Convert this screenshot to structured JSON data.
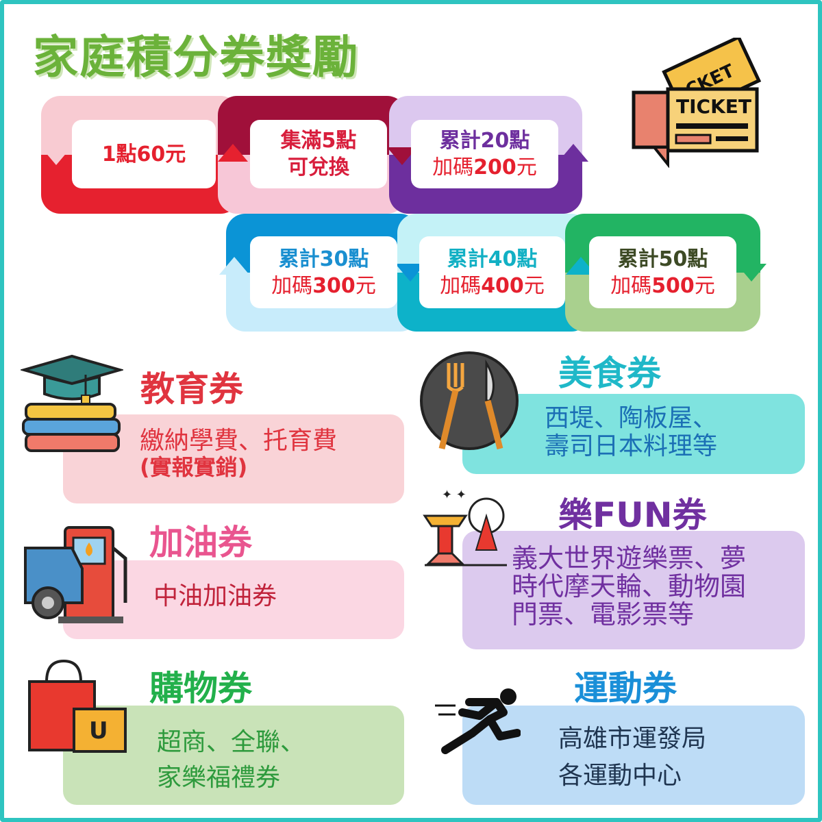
{
  "title": "家庭積分券獎勵",
  "ticket_icon": {
    "name": "ticket-icon",
    "text": "TICKET"
  },
  "flow": [
    {
      "line1": "1點60元",
      "line2": ""
    },
    {
      "line1": "集滿5點",
      "line2": "可兌換"
    },
    {
      "line1": "累計20點",
      "line2_prefix": "加碼",
      "line2_value": "200",
      "line2_suffix": "元"
    },
    {
      "line1": "累計30點",
      "line2_prefix": "加碼",
      "line2_value": "300",
      "line2_suffix": "元"
    },
    {
      "line1": "累計40點",
      "line2_prefix": "加碼",
      "line2_value": "400",
      "line2_suffix": "元"
    },
    {
      "line1": "累計50點",
      "line2_prefix": "加碼",
      "line2_value": "500",
      "line2_suffix": "元"
    }
  ],
  "vouchers": {
    "education": {
      "title": "教育券",
      "lines": [
        "繳納學費、托育費",
        "(實報實銷)"
      ],
      "color": "#e0343f",
      "bg": "#f9d3d7"
    },
    "fuel": {
      "title": "加油券",
      "lines": [
        "中油加油券"
      ],
      "color": "#e9558f",
      "bg": "#fbd7e3"
    },
    "shopping": {
      "title": "購物券",
      "lines": [
        "超商、全聯、",
        "家樂福禮券"
      ],
      "color": "#22b04b",
      "bg": "#c9e3b8"
    },
    "food": {
      "title": "美食券",
      "lines": [
        "西堤、陶板屋、",
        "壽司日本料理等"
      ],
      "color": "#1fb8c8",
      "bg": "#7fe3df"
    },
    "fun": {
      "title": "樂FUN券",
      "lines": [
        "義大世界遊樂票、夢",
        "時代摩天輪、動物園",
        "門票、電影票等"
      ],
      "color": "#7030a0",
      "bg": "#dccaee"
    },
    "sports": {
      "title": "運動券",
      "lines": [
        "高雄市運發局",
        "各運動中心"
      ],
      "color": "#1a8fd8",
      "bg": "#bddcf6"
    }
  }
}
